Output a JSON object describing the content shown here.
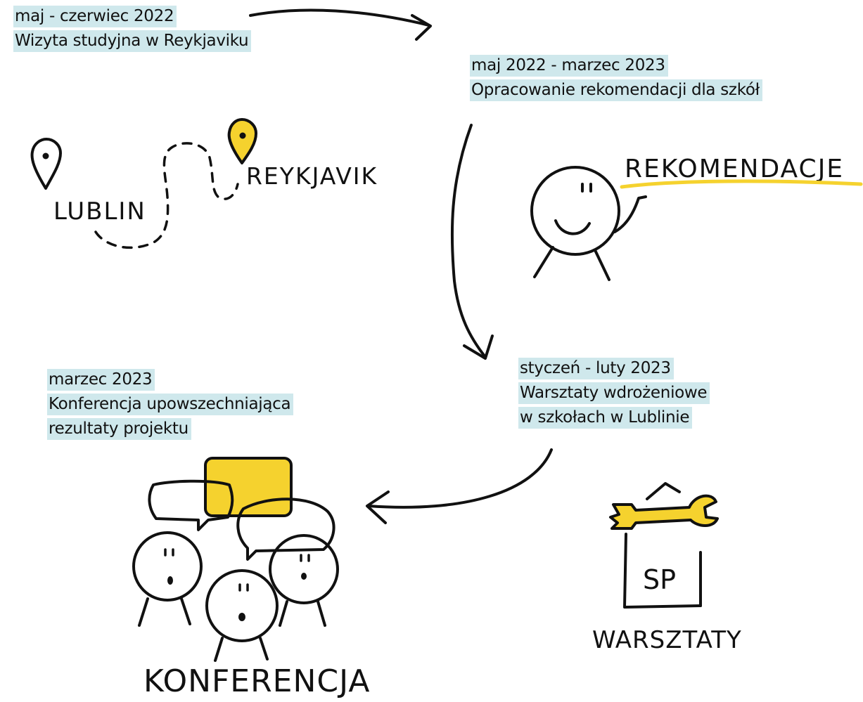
{
  "accent_color": "#f5d22e",
  "highlight_color": "#cfe8ec",
  "steps": [
    {
      "date": "maj - czerwiec 2022",
      "lines": [
        "Wizyta studyjna w Reykjaviku"
      ]
    },
    {
      "date": "maj 2022 - marzec 2023",
      "lines": [
        "Opracowanie rekomendacji dla szkół"
      ]
    },
    {
      "date": "styczeń - luty 2023",
      "lines": [
        "Warsztaty wdrożeniowe",
        "w szkołach w Lublinie"
      ]
    },
    {
      "date": "marzec 2023",
      "lines": [
        "Konferencja upowszechniająca",
        "rezultaty projektu"
      ]
    }
  ],
  "illustrations": {
    "map_from": "LUBLIN",
    "map_to": "REYKJAVIK",
    "recommendations": "REKOMENDACJE",
    "school_sign": "SP",
    "workshops": "WARSZTATY",
    "conference": "KONFERENCJA"
  }
}
